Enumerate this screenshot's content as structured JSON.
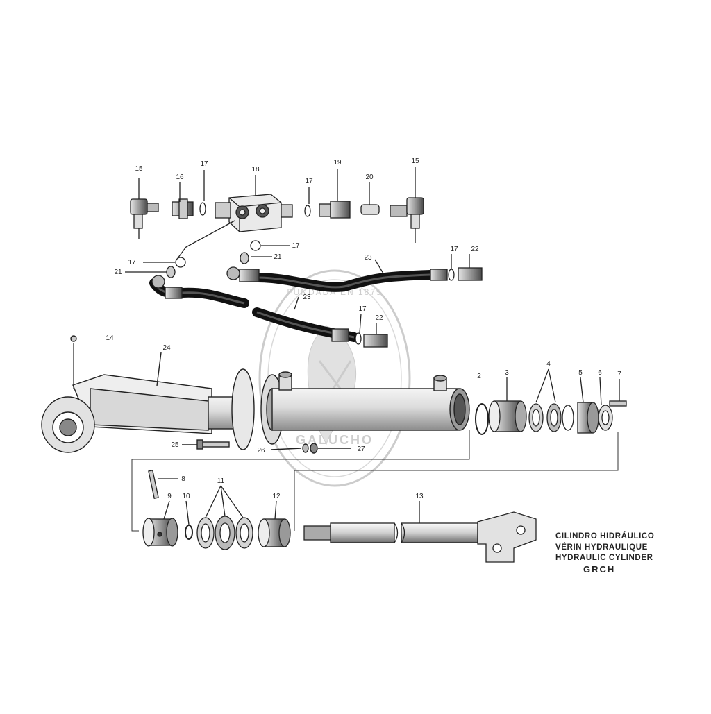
{
  "title_lines": [
    "CILINDRO HIDRÁULICO",
    "VÉRIN HYDRAULIQUE",
    "HYDRAULIC CYLINDER"
  ],
  "model_code": "GRCH",
  "watermark": {
    "top_text": "FUNDADA EN 1875",
    "bottom_text": "GALUCHO"
  },
  "part_labels": [
    "15",
    "16",
    "17",
    "18",
    "17",
    "19",
    "20",
    "15",
    "17",
    "21",
    "17",
    "21",
    "23",
    "17",
    "22",
    "23",
    "17",
    "22",
    "14",
    "24",
    "2",
    "3",
    "4",
    "5",
    "6",
    "7",
    "25",
    "26",
    "27",
    "8",
    "9",
    "10",
    "11",
    "12",
    "13"
  ]
}
